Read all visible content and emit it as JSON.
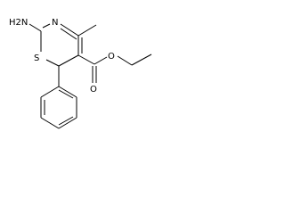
{
  "structure": {
    "atoms": {
      "amine": "H2N",
      "ring_nitrogen": "N",
      "ring_sulfur": "S",
      "carbonyl_oxygen": "O",
      "ester_oxygen": "O"
    }
  },
  "colors": {
    "bond": "#000000",
    "label": "#000000",
    "background": "#ffffff"
  }
}
